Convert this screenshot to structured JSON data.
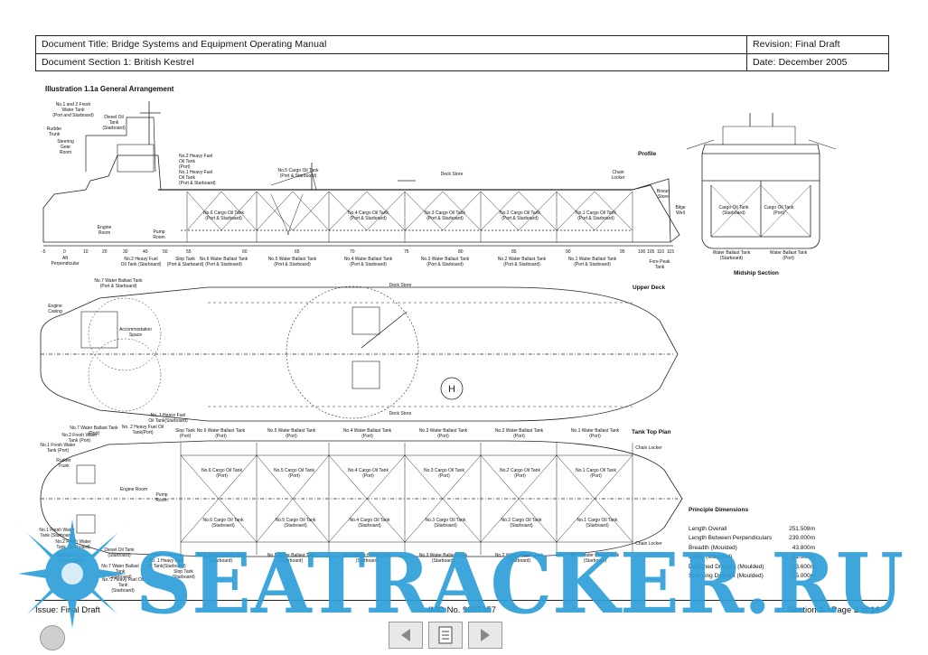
{
  "header": {
    "doc_title": "Document Title: Bridge Systems and Equipment Operating Manual",
    "doc_section": "Document Section 1: British Kestrel",
    "revision": "Revision: Final Draft",
    "date": "Date: December 2005"
  },
  "illustration_title": "Illustration 1.1a General Arrangement",
  "views": {
    "profile": "Profile",
    "midship": "Midship Section",
    "upper_deck": "Upper Deck",
    "tank_top": "Tank Top Plan"
  },
  "profile_labels": {
    "fw_tanks": "No.1 and 2 Fresh\nWater Tank\n(Port and Starboard)",
    "do_tank": "Diesel Oil\nTank\n(Starboard)",
    "rudder_trunk": "Rudder Trunk",
    "steering": "Steering\nGear\nRoom",
    "hfo2": "No.2 Heavy Fuel\nOil Tank\n(Port)",
    "hfo1": "No.1 Heavy Fuel\nOil Tank\n(Port & Starboard)",
    "cot5_top": "No.5 Cargo Oil Tank\n(Port & Starboard)",
    "deck_store": "Deck Store",
    "chain_locker": "Chain\nLocker",
    "bosun": "Bosun\nStore",
    "bilge_well": "Bilge\nWell",
    "engine_room": "Engine\nRoom",
    "pump_room": "Pump\nRoom",
    "aft_perp": "Aft\nPerpendicular",
    "hfo2_bot": "No.2 Heavy Fuel\nOil Tank (Starboard)",
    "slop": "Slop Tank\n(Port & Starboard)",
    "cot6": "No.6 Cargo Oil Tank\n(Port & Starboard)",
    "cot4": "No.4 Cargo Oil Tank\n(Port & Starboard)",
    "cot3": "No.3 Cargo Oil Tank\n(Port & Starboard)",
    "cot2": "No.2 Cargo Oil Tank\n(Port & Starboard)",
    "cot1": "No.1 Cargo Oil Tank\n(Port & Starboard)",
    "wbt6": "No.6 Water Ballast Tank\n(Port & Starboard)",
    "wbt5": "No.5 Water Ballast Tank\n(Port & Starboard)",
    "wbt4": "No.4 Water Ballast Tank\n(Port & Starboard)",
    "wbt3": "No.3 Water Ballast Tank\n(Port & Starboard)",
    "wbt2": "No.2 Water Ballast Tank\n(Port & Starboard)",
    "wbt1": "No.1 Water Ballast Tank\n(Port & Starboard)",
    "fore_peak": "Fore Peak\nTank"
  },
  "frame_numbers": [
    "-5",
    "0",
    "10",
    "20",
    "30",
    "40",
    "50",
    "55",
    "60",
    "65",
    "70",
    "75",
    "80",
    "85",
    "90",
    "95",
    "100",
    "105",
    "110",
    "115"
  ],
  "midship_labels": {
    "cot_stbd": "Cargo Oil Tank\n(Starboard)",
    "cot_port": "Cargo Oil Tank\n(Port)",
    "wbt_stbd": "Water Ballast Tank\n(Starboard)",
    "wbt_port": "Water Ballast Tank\n(Port)"
  },
  "deck_labels": {
    "wbt7": "No.7 Water Ballast Tank\n(Port & Starboard)",
    "engine_casing": "Engine\nCasing",
    "accommodation": "Accommodation\nSpace",
    "deck_store_top": "Deck Store",
    "deck_store_bot": "Deck Store",
    "hfo1_stbd": "No. 1 Heavy Fuel\nOil Tank(Starboard)"
  },
  "tank_top_labels": {
    "wbt7p": "No.7 Water Ballast Tank\n(Port)",
    "hfo2p": "No. 2 Heavy Fuel Oil\nTank(Port)",
    "fw2p": "No.2 Fresh Water\nTank (Port)",
    "fw1p": "No.1 Fresh Water\nTank (Port)",
    "rudder": "Rudder\nTrunk",
    "slopp": "Slop Tank\n(Port)",
    "wbt6p": "No.6 Water Ballast Tank\n(Port)",
    "wbt5p": "No.5 Water Ballast Tank\n(Port)",
    "wbt4p": "No.4 Water Ballast Tank\n(Port)",
    "wbt3p": "No.3 Water Ballast Tank\n(Port)",
    "wbt2p": "No.2 Water Ballast Tank\n(Port)",
    "wbt1p": "No.1 Water Ballast Tank\n(Port)",
    "chain_locker_top": "Chain Locker",
    "cot6p": "No.6 Cargo Oil Tank\n(Port)",
    "cot5p": "No.5 Cargo Oil Tank\n(Port)",
    "cot4p": "No.4 Cargo Oil Tank\n(Port)",
    "cot3p": "No.3 Cargo Oil Tank\n(Port)",
    "cot2p": "No.2 Cargo Oil Tank\n(Port)",
    "cot1p": "No.1 Cargo Oil Tank\n(Port)",
    "engine_room": "Engine Room",
    "pump_room": "Pump\nRoom",
    "cot6s": "No.6 Cargo Oil Tank\n(Starboard)",
    "cot5s": "No.5 Cargo Oil Tank\n(Starboard)",
    "cot4s": "No.4 Cargo Oil Tank\n(Starboard)",
    "cot3s": "No.3 Cargo Oil Tank\n(Starboard)",
    "cot2s": "No.2 Cargo Oil Tank\n(Starboard)",
    "cot1s": "No.1 Cargo Oil Tank\n(Starboard)",
    "fw1s": "No.1 Fresh Water\nTank (Starboard)",
    "fw2s": "No.2 Fresh Water\nTank (Starboard)",
    "emerg_pump": "Emergency Fire\nPump Space",
    "do_stbd": "Diesel Oil Tank\n(Starboard)",
    "wbt7s": "No.7 Water Ballast Tank\n(Starboard)",
    "hfo1s": "No. 1 Heavy Fuel\nOil Tank(Starboard)",
    "hfo2s": "No. 2 Heavy Fuel Oil Tank\n(Starboard)",
    "slops": "Slop Tank\n(Starboard)",
    "wbt6s": "No.6 Water Ballast Tank\n(Starboard)",
    "wbt5s": "No.5 Water Ballast Tank\n(Starboard)",
    "wbt4s": "No.4 Water Ballast Tank\n(Starboard)",
    "wbt3s": "No.3 Water Ballast Tank\n(Starboard)",
    "wbt2s": "No.2 Water Ballast Tank\n(Starboard)",
    "wbt1s": "No.1 Water Ballast Tank\n(Starboard)",
    "chain_locker_bot": "Chain Locker"
  },
  "principal_dimensions": {
    "title": "Principle Dimensions",
    "rows": [
      {
        "label": "Length Overall",
        "value": "251.508m"
      },
      {
        "label": "Length Between Perpendiculars",
        "value": "239.000m"
      },
      {
        "label": "Breadth (Moulded)",
        "value": "43.800m"
      },
      {
        "label": "Depth (Moulded)",
        "value": "21.300m"
      },
      {
        "label": "Designed Draught (Moulded)",
        "value": "13.600m"
      },
      {
        "label": "Scantling Draught (Moulded)",
        "value": "15.000m"
      }
    ]
  },
  "footer": {
    "issue": "Issue: Final Draft",
    "imo": "IMO No. 9297357",
    "page": "Section 1 - Page 2 of 16"
  },
  "watermark": "SEATRACKER.RU",
  "colors": {
    "watermark": "#2e9fd9",
    "line": "#222222"
  }
}
